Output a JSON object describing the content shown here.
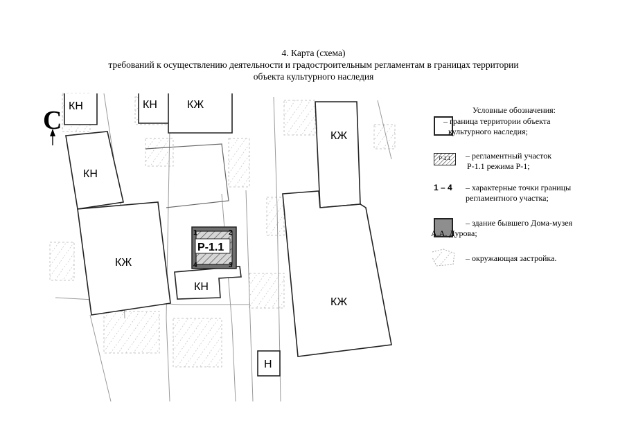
{
  "title": {
    "line1": "4. Карта (схема)",
    "line2": "требований к осуществлению деятельности и градостроительным регламентам в границах территории",
    "line3": "объекта культурного наследия"
  },
  "north_label": "С",
  "map": {
    "zones": {
      "kn_top_left": "КН",
      "kn_top_mid": "КН",
      "kzh_top": "КЖ",
      "kn_left": "КН",
      "kzh_left": "КЖ",
      "kzh_right_top": "КЖ",
      "kn_center": "КН",
      "kzh_right": "КЖ",
      "n_bottom": "Н"
    },
    "parcel_label": "Р-1.1",
    "points": [
      "1",
      "2",
      "3",
      "4"
    ]
  },
  "legend": {
    "heading": "Условные обозначения:",
    "items": [
      {
        "swatch": "white-square",
        "lines": [
          "– граница территории объекта",
          "культурного наследия;"
        ]
      },
      {
        "swatch": "hatched-parcel",
        "swatch_text": "Р-1.1",
        "lines": [
          "– регламентный участок",
          "Р-1.1 режима Р-1;"
        ]
      },
      {
        "swatch": "text",
        "swatch_text": "1 – 4",
        "lines": [
          "– характерные точки границы",
          "регламентного участка;"
        ]
      },
      {
        "swatch": "grey-square",
        "color": "#8e8e8e",
        "lines": [
          "– здание бывшего Дома-музея",
          "А.А. Дурова;"
        ]
      },
      {
        "swatch": "environment-hatch",
        "lines": [
          "– окружающая застройка."
        ]
      }
    ]
  }
}
